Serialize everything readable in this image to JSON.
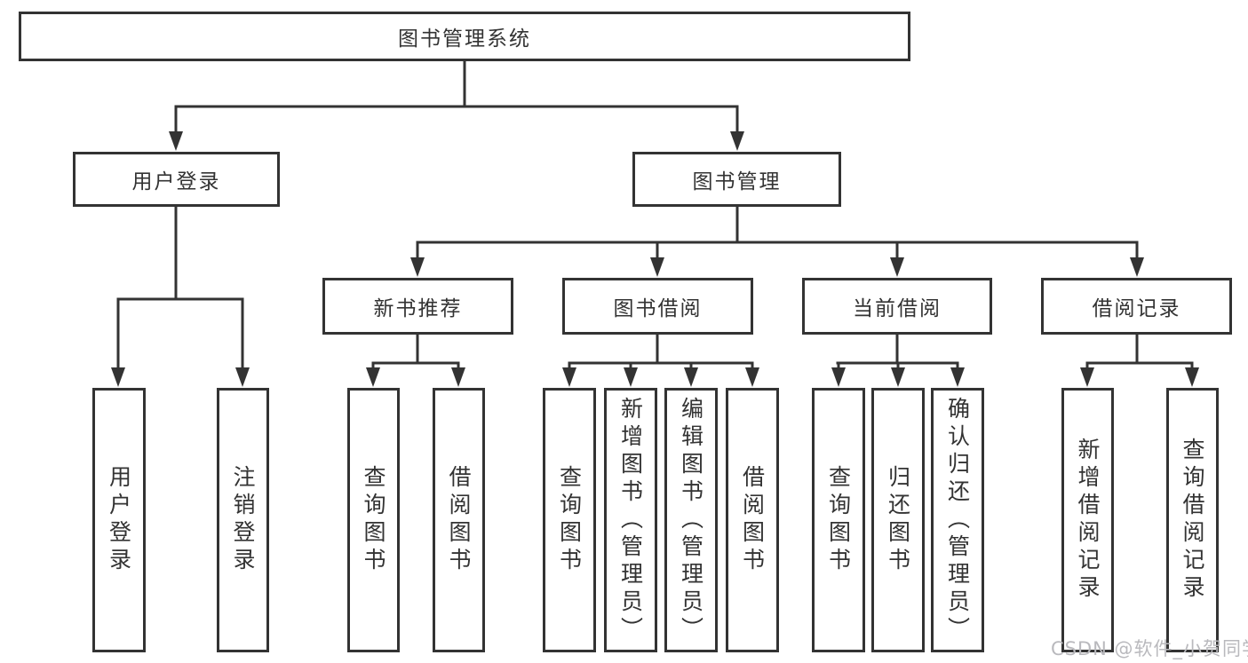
{
  "colors": {
    "background": "#ffffff",
    "box_border": "#333333",
    "line": "#333333",
    "text": "#333333",
    "watermark": "#b9b9bd"
  },
  "watermark": {
    "text": "CSDN @软件_小贺同学"
  },
  "diagram": {
    "root": {
      "label": "图书管理系统"
    },
    "level2": [
      {
        "label": "用户登录"
      },
      {
        "label": "图书管理"
      }
    ],
    "level3": [
      {
        "label": "新书推荐"
      },
      {
        "label": "图书借阅"
      },
      {
        "label": "当前借阅"
      },
      {
        "label": "借阅记录"
      }
    ],
    "leaves": {
      "user_login": [
        {
          "label": "用户登录"
        },
        {
          "label": "注销登录"
        }
      ],
      "new_books": [
        {
          "label": "查询图书"
        },
        {
          "label": "借阅图书"
        }
      ],
      "book_borrow": [
        {
          "label": "查询图书"
        },
        {
          "label": "新增图书（管理员）"
        },
        {
          "label": "编辑图书（管理员）"
        },
        {
          "label": "借阅图书"
        }
      ],
      "current_borrow": [
        {
          "label": "查询图书"
        },
        {
          "label": "归还图书"
        },
        {
          "label": "确认归还（管理员）"
        }
      ],
      "borrow_records": [
        {
          "label": "新增借阅记录"
        },
        {
          "label": "查询借阅记录"
        }
      ]
    }
  }
}
